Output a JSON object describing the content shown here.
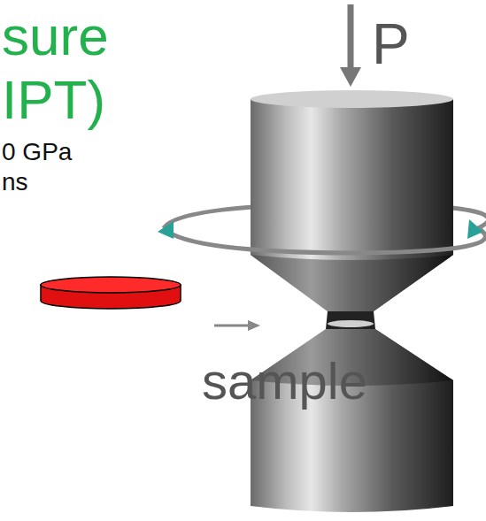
{
  "diagram": {
    "labels": [
      "sure",
      "IPT)",
      "0 GPa",
      "ns",
      "P",
      "sample"
    ]
  }
}
